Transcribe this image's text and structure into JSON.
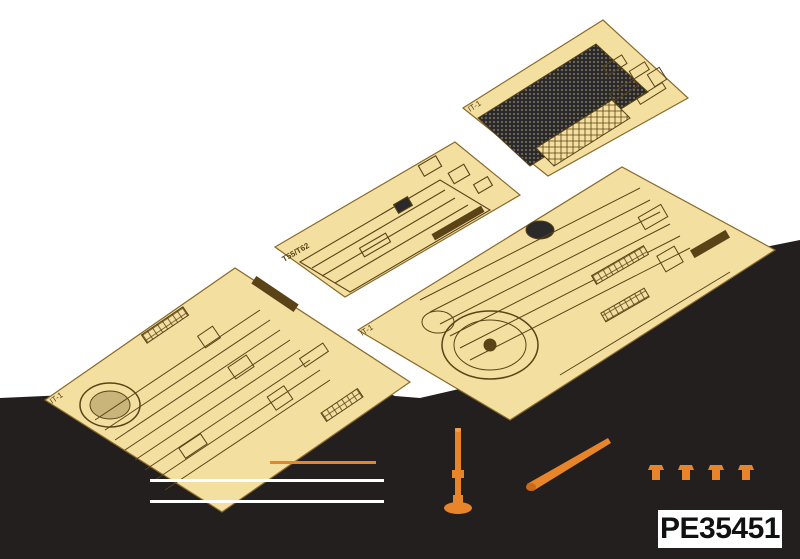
{
  "product": {
    "code": "PE35451"
  },
  "sheets": [
    {
      "id": "sheet-a",
      "label": "IT-1"
    },
    {
      "id": "sheet-b",
      "label": "IT-1"
    },
    {
      "id": "sheet-c",
      "label": "T55/T62"
    },
    {
      "id": "sheet-d",
      "label": "IT-1"
    }
  ],
  "colors": {
    "brass": "#f3dfa0",
    "brass_dark": "#8a6a2a",
    "brass_line": "#5a4316",
    "mesh": "#2a2a2a",
    "turned_part": "#e8852a",
    "wire": "#ffffff",
    "backdrop": "#231f1e",
    "background": "#ffffff"
  }
}
